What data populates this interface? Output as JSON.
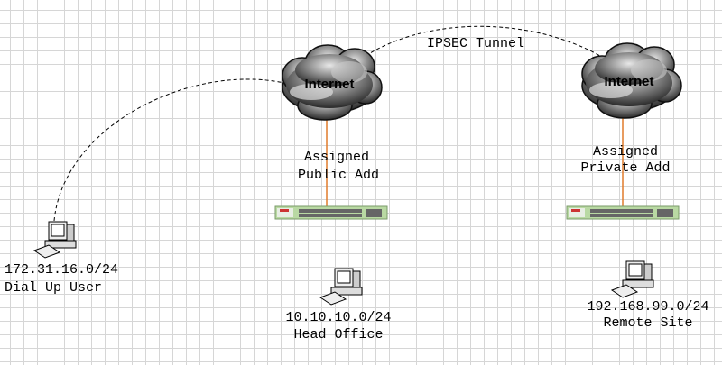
{
  "tunnel_label": "IPSEC Tunnel",
  "clouds": [
    {
      "label": "Internet"
    },
    {
      "label": "Internet"
    }
  ],
  "head_office": {
    "assigned_line1": "Assigned",
    "assigned_line2": "Public Add",
    "subnet": "10.10.10.0/24",
    "name": "Head Office"
  },
  "remote_site": {
    "assigned_line1": "Assigned",
    "assigned_line2": "Private Add",
    "subnet": "192.168.99.0/24",
    "name": "Remote Site"
  },
  "dial_up": {
    "subnet": "172.31.16.0/24",
    "name": "Dial Up User"
  },
  "colors": {
    "link": "#e07a2a",
    "switch": "#b9d9a3",
    "grid": "#d6d6d6"
  }
}
